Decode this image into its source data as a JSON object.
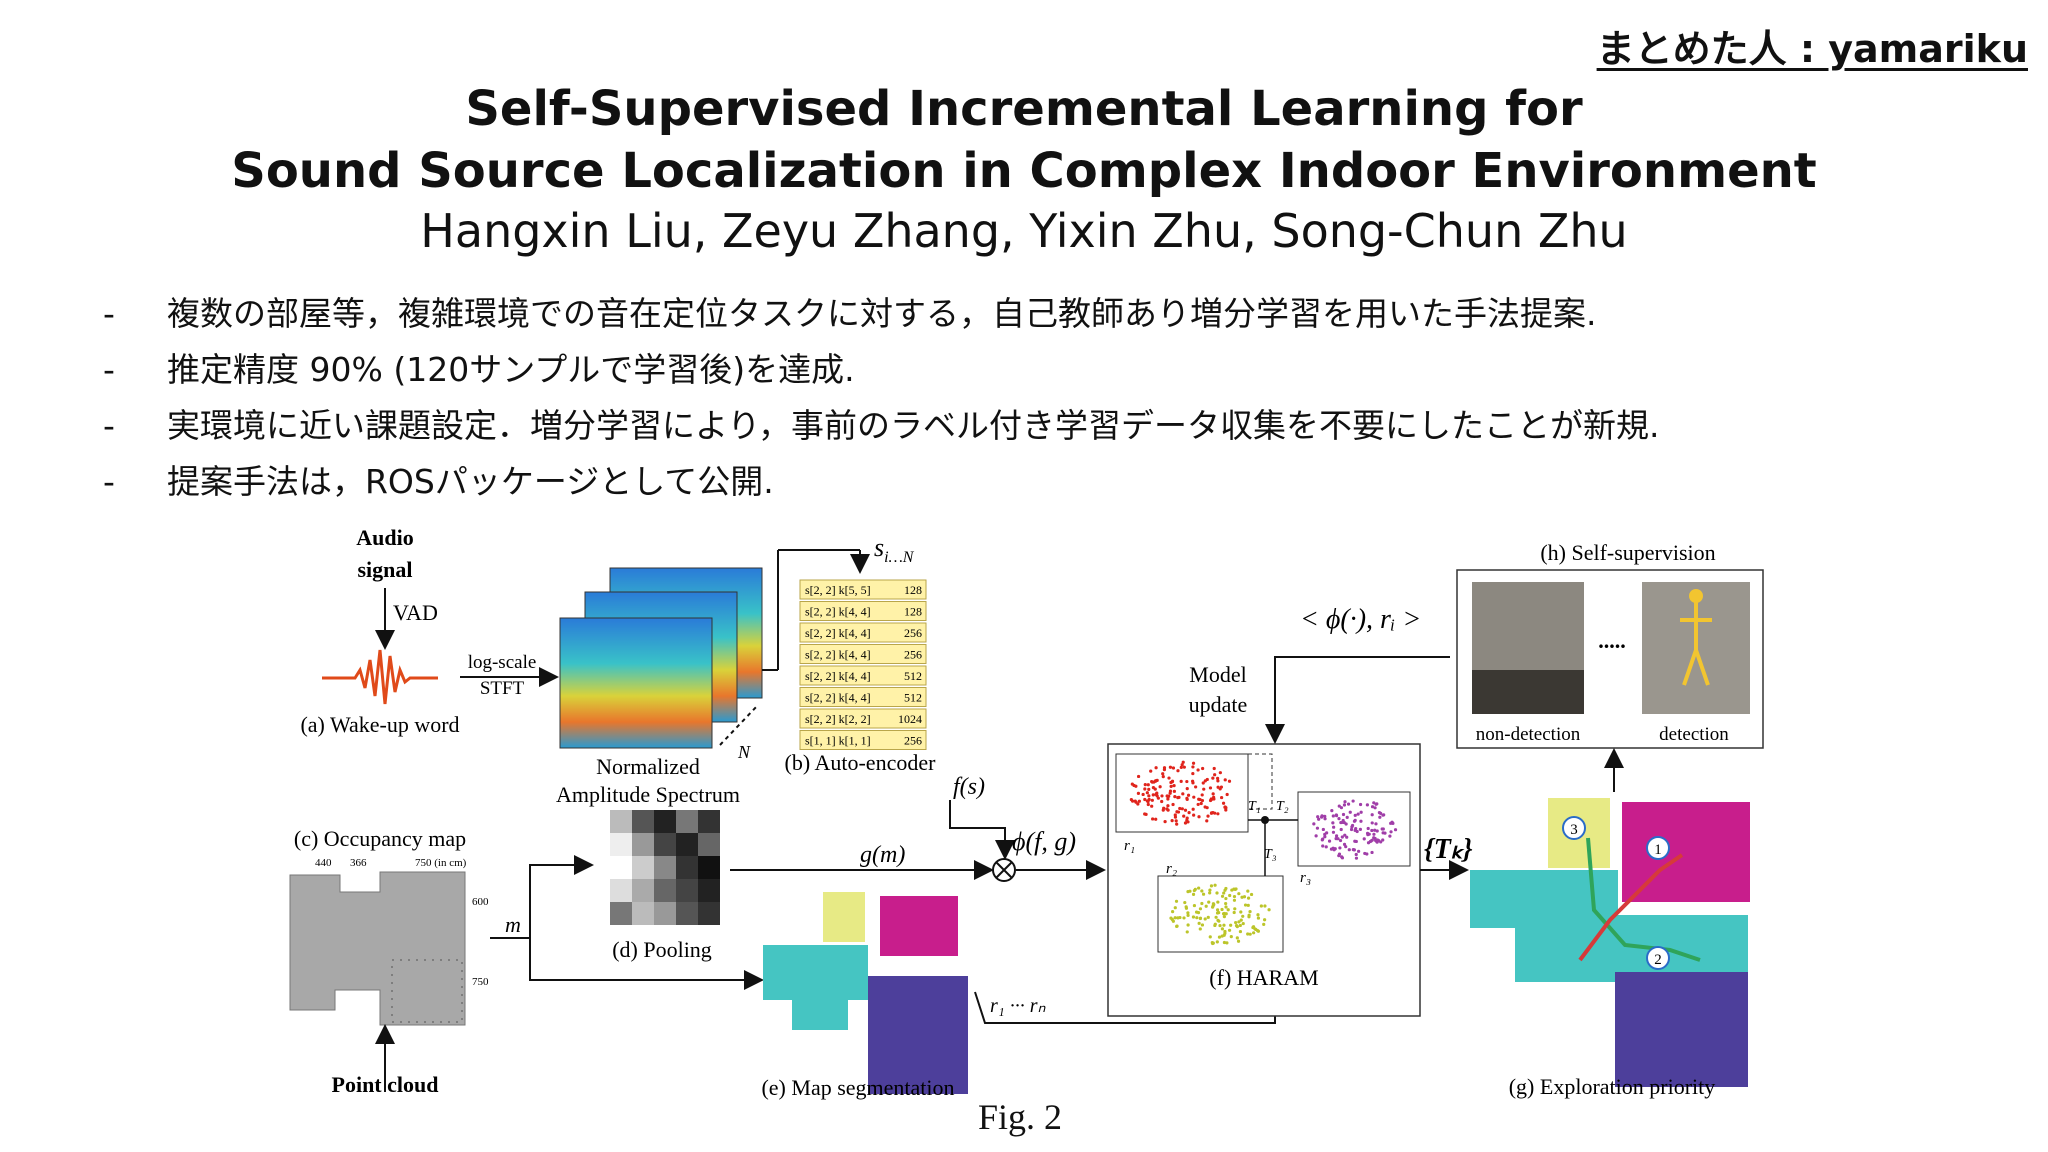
{
  "header": {
    "author_tag": "まとめた人 : yamariku"
  },
  "paper": {
    "title_line1": "Self-Supervised Incremental Learning for",
    "title_line2": "Sound Source Localization in Complex Indoor Environment",
    "authors": "Hangxin Liu, Zeyu Zhang, Yixin Zhu, Song-Chun Zhu"
  },
  "bullets": [
    {
      "marker": "-",
      "text": "複数の部屋等，複雑環境での音在定位タスクに対する，自己教師あり増分学習を用いた手法提案."
    },
    {
      "marker": "-",
      "text": "推定精度 90% (120サンプルで学習後)を達成."
    },
    {
      "marker": "-",
      "text": "実環境に近い課題設定．増分学習により，事前のラベル付き学習データ収集を不要にしたことが新規."
    },
    {
      "marker": "-",
      "text": "提案手法は，ROSパッケージとして公開."
    }
  ],
  "figure": {
    "audio_signal_1": "Audio",
    "audio_signal_2": "signal",
    "vad": "VAD",
    "log_scale": "log-scale",
    "stft": "STFT",
    "wake_up": "(a) Wake-up word",
    "normalized_1": "Normalized",
    "normalized_2": "Amplitude Spectrum",
    "n_label": "N",
    "s_label": "s",
    "s_sub": "i…N",
    "autoencoder": "(b) Auto-encoder",
    "ae_table": [
      [
        "s[2, 2] k[5, 5]",
        "128"
      ],
      [
        "s[2, 2] k[4, 4]",
        "128"
      ],
      [
        "s[2, 2] k[4, 4]",
        "256"
      ],
      [
        "s[2, 2] k[4, 4]",
        "256"
      ],
      [
        "s[2, 2] k[4, 4]",
        "512"
      ],
      [
        "s[2, 2] k[4, 4]",
        "512"
      ],
      [
        "s[2, 2] k[2, 2]",
        "1024"
      ],
      [
        "s[1, 1] k[1, 1]",
        "256"
      ]
    ],
    "fs": "f(s)",
    "gm": "g(m)",
    "phi_fg": "ϕ(f, g)",
    "occupancy": "(c) Occupancy map",
    "occ_dims": [
      "440",
      "366",
      "750 (in cm)",
      "600",
      "750"
    ],
    "m_label": "m",
    "point_cloud": "Point cloud",
    "pooling": "(d) Pooling",
    "map_seg": "(e) Map segmentation",
    "r1_rn": "r₁ ··· rₙ",
    "haram": "(f) HARAM",
    "model_update_1": "Model",
    "model_update_2": "update",
    "phi_ri": "< ϕ(·), rᵢ >",
    "self_sup": "(h) Self-supervision",
    "non_detection": "non-detection",
    "detection": "detection",
    "dots": ".....",
    "tk": "{Tₖ}",
    "exploration": "(g) Exploration priority",
    "cluster_labels": [
      "r₁",
      "r₂",
      "r₃",
      "T₁",
      "T₂",
      "T₃"
    ],
    "priority_labels": [
      "1",
      "2",
      "3"
    ],
    "caption": "Fig. 2"
  }
}
